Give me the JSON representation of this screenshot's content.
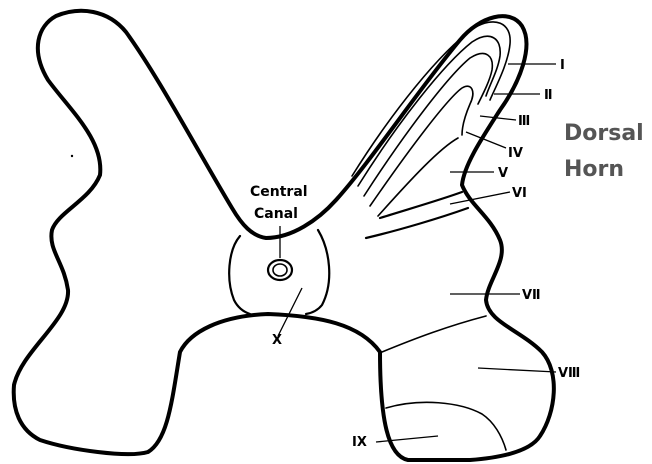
{
  "diagram": {
    "laminae": [
      {
        "id": "I",
        "label": "I"
      },
      {
        "id": "II",
        "label": "Ⅱ"
      },
      {
        "id": "III",
        "label": "Ⅲ"
      },
      {
        "id": "IV",
        "label": "IV"
      },
      {
        "id": "V",
        "label": "V"
      },
      {
        "id": "VI",
        "label": "VI"
      },
      {
        "id": "VII",
        "label": "VⅡ"
      },
      {
        "id": "VIII",
        "label": "VⅢ"
      },
      {
        "id": "IX",
        "label": "IX"
      },
      {
        "id": "X",
        "label": "X"
      }
    ],
    "central_canal": {
      "line1": "Central",
      "line2": "Canal"
    },
    "dorsal_horn": {
      "line1": "Dorsal",
      "line2": "Horn"
    },
    "colors": {
      "stroke": "#000000",
      "horn_text": "#555555",
      "background": "#ffffff"
    }
  }
}
